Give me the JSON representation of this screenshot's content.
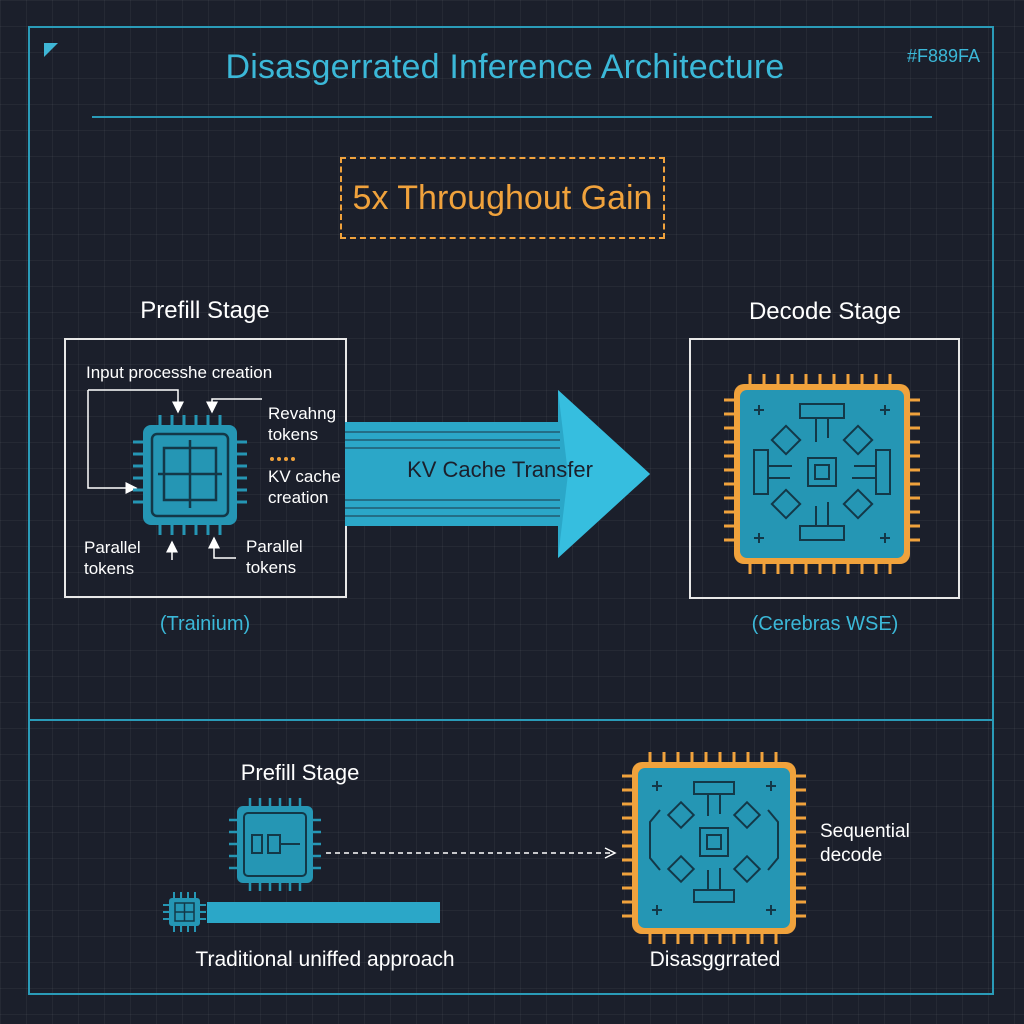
{
  "title": "Disasgerrated Inference Architecture",
  "color_code": "#F889FA",
  "gain": "5x Throughout Gain",
  "prefill": {
    "title": "Prefill Stage",
    "labels": {
      "input": "Input processhe creation",
      "revahng": "Revahng\ntokens",
      "kv": "KV cache\ncreation",
      "parallel_left": "Parallel\ntokens",
      "parallel_right": "Parallel\ntokens"
    },
    "hardware": "(Trainium)"
  },
  "transfer": "KV Cache Transfer",
  "decode": {
    "title": "Decode Stage",
    "hardware": "(Cerebras WSE)"
  },
  "bottom": {
    "prefill_title": "Prefill Stage",
    "traditional": "Traditional uniffed approach",
    "sequential": "Sequential\ndecode",
    "disaggregated": "Disasggrrated"
  },
  "colors": {
    "accent": "#3bb8d8",
    "chip": "#2596b4",
    "highlight": "#f0a23c",
    "background": "#1b1f2b"
  }
}
